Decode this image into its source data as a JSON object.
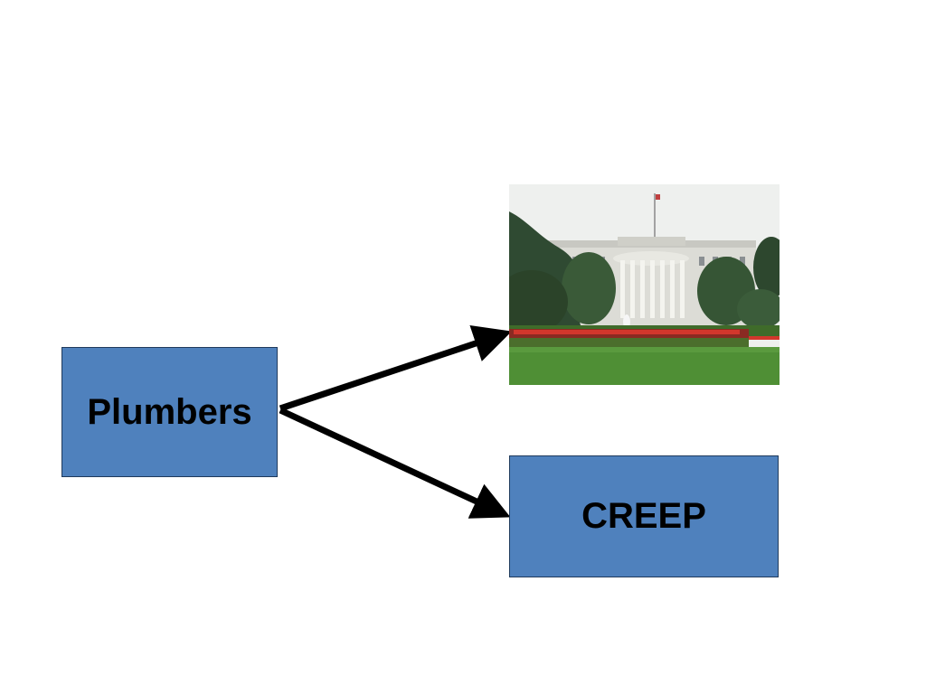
{
  "slide": {
    "nodes": {
      "source": "Plumbers",
      "target": "CREEP"
    },
    "photo_subject": "white-house-photo",
    "colors": {
      "box_fill": "#4f81bd",
      "box_border": "#1f3a5c",
      "arrow": "#000000",
      "background": "#ffffff"
    }
  }
}
